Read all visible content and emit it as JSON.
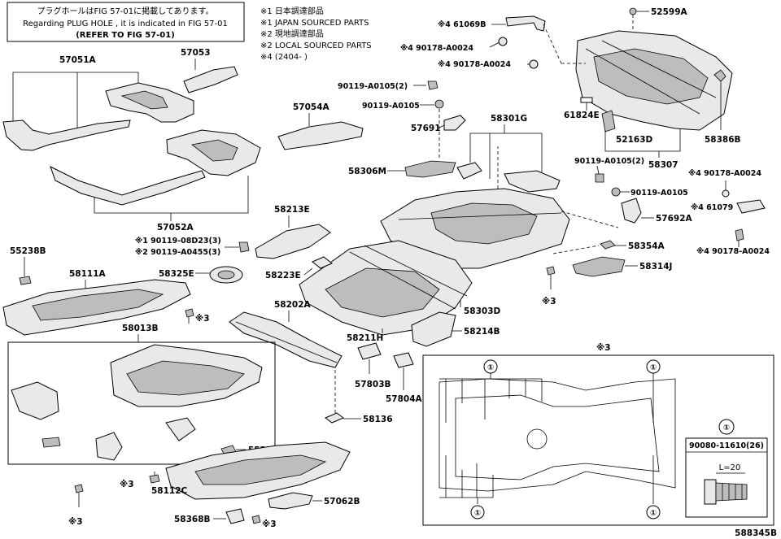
{
  "notice": {
    "line1": "プラグホールはFIG 57-01に掲載してあります。",
    "line2": "Regarding PLUG HOLE , it is indicated in FIG 57-01",
    "line3": "(REFER TO FIG 57-01)"
  },
  "legend": {
    "l1": "※1 日本調達部品",
    "l2": "※1 JAPAN SOURCED PARTS",
    "l3": "※2 現地調達部品",
    "l4": "※2 LOCAL SOURCED PARTS",
    "l5": "※4 (2404-      )"
  },
  "parts": {
    "p57051A": "57051A",
    "p57053": "57053",
    "p57054A": "57054A",
    "p57052A": "57052A",
    "p61069B": "※4 61069B",
    "p90178_1": "※4 90178-A0024",
    "p90178_2": "※4 90178-A0024",
    "p52599A": "52599A",
    "p90119_A0105_2": "90119-A0105(2)",
    "p90119_A0105": "90119-A0105",
    "p57691": "57691",
    "p58301G": "58301G",
    "p61824E": "61824E",
    "p52163D": "52163D",
    "p58386B": "58386B",
    "p58307": "58307",
    "p90119_A0105_2b": "90119-A0105(2)",
    "p90178_3": "※4 90178-A0024",
    "p90119_A0105b": "90119-A0105",
    "p461079": "※4 61079",
    "p57692A": "57692A",
    "p58306M": "58306M",
    "p58213E": "58213E",
    "p90119_08D23": "※1 90119-08D23(3)",
    "p90119_A0455": "※2 90119-A0455(3)",
    "p58223E": "58223E",
    "p55238B": "55238B",
    "p58111A": "58111A",
    "p58325E": "58325E",
    "p58354A": "58354A",
    "p90178_4": "※4 90178-A0024",
    "p58314J": "58314J",
    "p58202A": "58202A",
    "p58303D": "58303D",
    "p58013B": "58013B",
    "p58211H": "58211H",
    "p58214B": "58214B",
    "p57803B": "57803B",
    "p57804A": "57804A",
    "p58136": "58136",
    "p55239J": "55239J",
    "p58112C": "58112C",
    "p57062B": "57062B",
    "p58368B": "58368B"
  },
  "marks": {
    "x3_a": "※3",
    "x3_b": "※3",
    "x3_c": "※3",
    "x3_d": "※3",
    "x3_e": "※3",
    "x3_detail": "※3"
  },
  "detail": {
    "callout": "①",
    "clip_part": "90080-11610(26)",
    "clip_dim": "L=20"
  },
  "figure_code": "588345B"
}
